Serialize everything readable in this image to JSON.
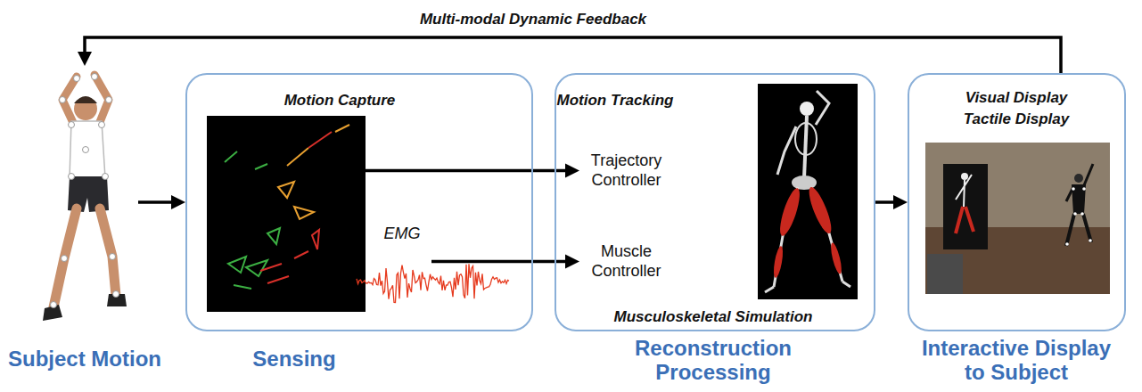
{
  "diagram": {
    "nodes": [
      {
        "text": [
          "Subject Motion"
        ]
      },
      {
        "text": [
          "Sensing"
        ]
      },
      {
        "text": [
          "Motion Capture"
        ],
        "in": 1
      },
      {
        "text": [
          "EMG"
        ],
        "in": 1
      },
      {
        "text": [
          "Motion Tracking",
          "Musculoskeletal Simulation",
          "Reconstruction Processing"
        ]
      },
      {
        "text": [
          "Trajectory Controller"
        ],
        "in": 4
      },
      {
        "text": [
          "Muscle Controller"
        ],
        "in": 4
      },
      {
        "text": [
          "Visual Display",
          "Tactile Display",
          "Interactive Display to Subject"
        ]
      }
    ],
    "edges": [
      {
        "from": 0,
        "to": 1,
        "arrow": "to"
      },
      {
        "from": 2,
        "to": 5,
        "arrow": "to"
      },
      {
        "from": 3,
        "to": 6,
        "arrow": "to"
      },
      {
        "from": 4,
        "to": 7,
        "arrow": "to"
      },
      {
        "from": 7,
        "to": 0,
        "arrow": "to",
        "label": "Multi-modal Dynamic Feedback"
      }
    ]
  }
}
